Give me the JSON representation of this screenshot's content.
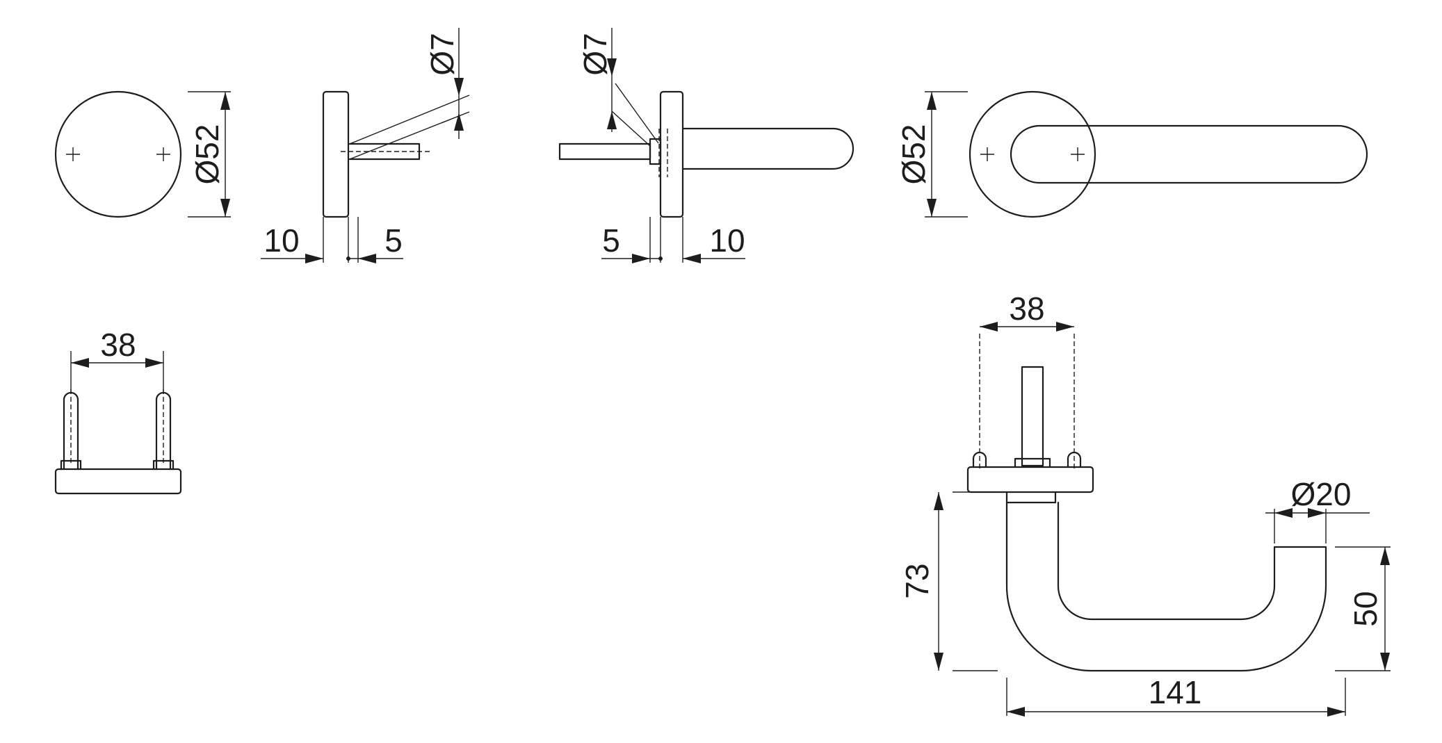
{
  "dimensions": {
    "rose_diameter": "Ø52",
    "side_offset_left": "10",
    "side_offset_right": "5",
    "spindle_diameter_left": "Ø7",
    "spindle_diameter_right": "Ø7",
    "lever_side_offset_left": "5",
    "lever_side_offset_right": "10",
    "lever_rose_diameter": "Ø52",
    "pin_spacing_rose": "38",
    "pin_spacing_lever": "38",
    "lever_tube_diameter": "Ø20",
    "lever_height": "73",
    "lever_tip_height": "50",
    "lever_length": "141"
  }
}
